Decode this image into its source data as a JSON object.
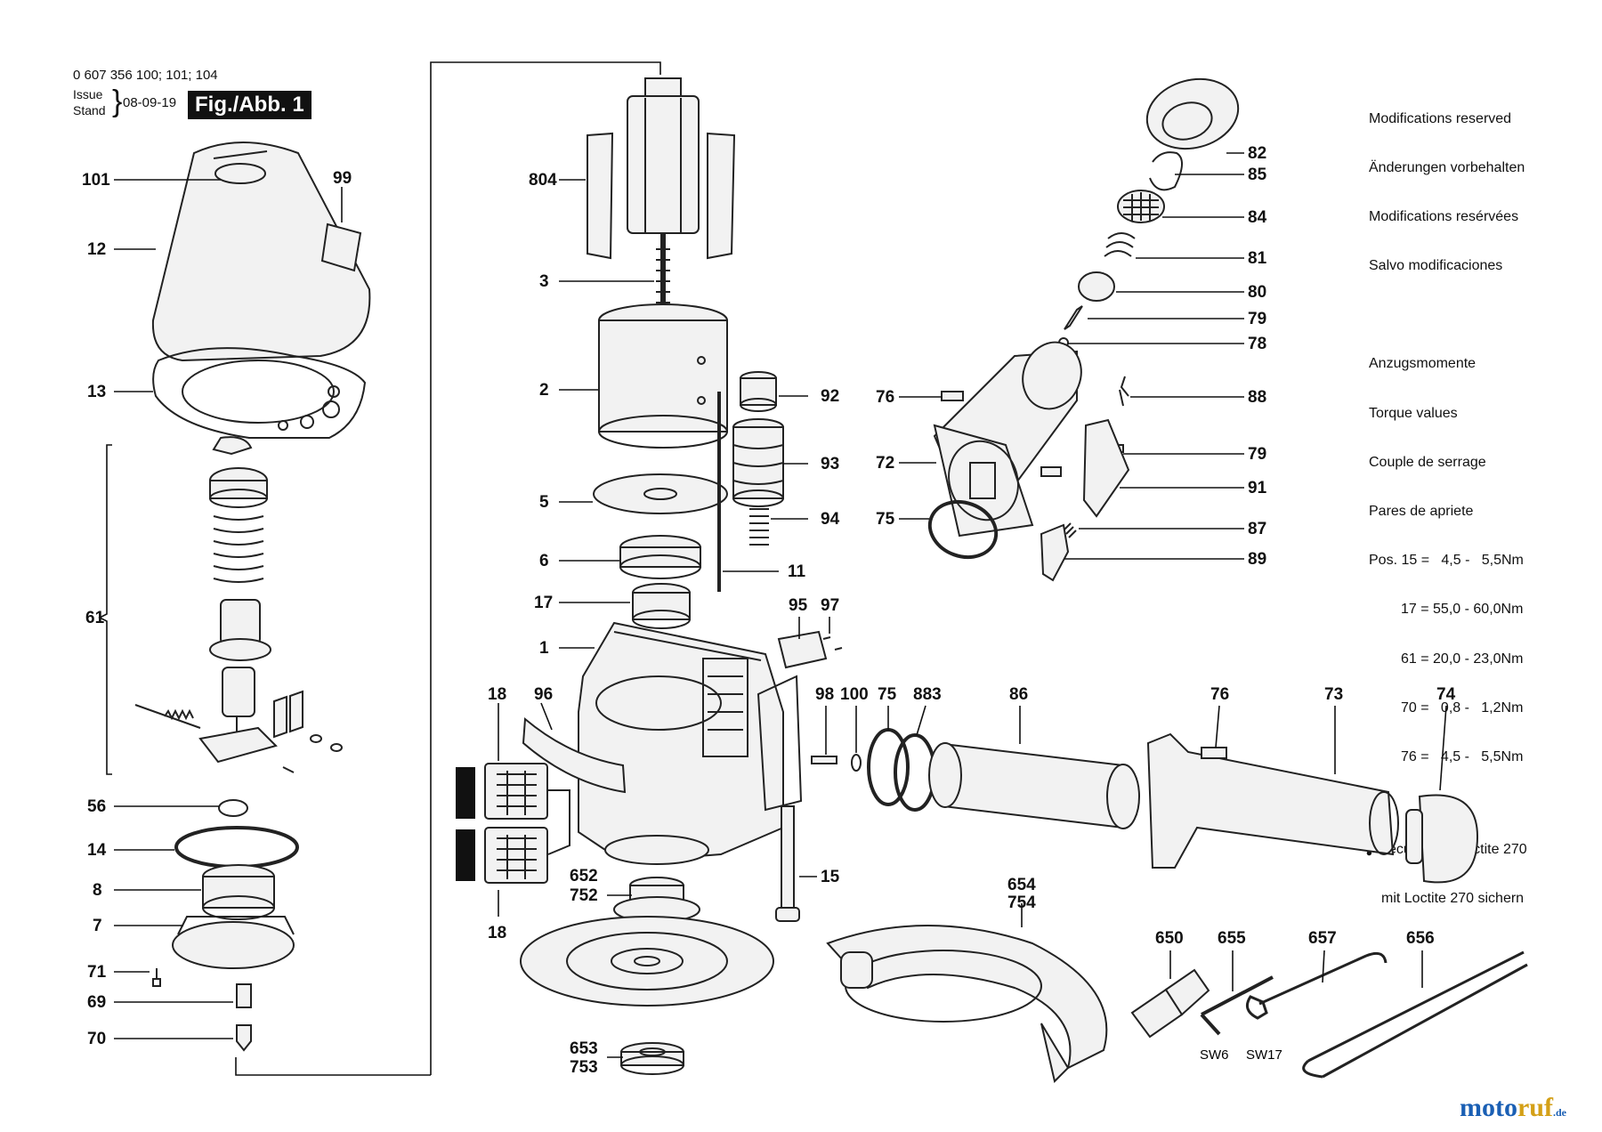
{
  "header": {
    "part_numbers": "0 607 356 100; 101; 104",
    "issue_label": "Issue",
    "stand_label": "Stand",
    "issue_date": "08-09-19",
    "figure_label": "Fig./Abb. 1"
  },
  "notes": {
    "modifications": [
      "Modifications reserved",
      "Änderungen vorbehalten",
      "Modifications resérvées",
      "Salvo modificaciones"
    ],
    "torque_titles": [
      "Anzugsmomente",
      "Torque values",
      "Couple de serrage",
      "Pares de apriete"
    ],
    "torque_values": [
      "Pos. 15 =   4,5 -   5,5Nm",
      "17 = 55,0 - 60,0Nm",
      "61 = 20,0 - 23,0Nm",
      "70 =   0,8 -   1,2Nm",
      "76 =   4,5 -   5,5Nm"
    ],
    "loctite": [
      "secure with Loctite 270",
      "mit Loctite 270 sichern"
    ]
  },
  "labels": {
    "l101": "101",
    "l99": "99",
    "l12": "12",
    "l13": "13",
    "l61": "61",
    "l56": "56",
    "l14": "14",
    "l8": "8",
    "l7": "7",
    "l71": "71",
    "l69": "69",
    "l70": "70",
    "l804": "804",
    "l3": "3",
    "l2": "2",
    "l5": "5",
    "l6": "6",
    "l17": "17",
    "l1": "1",
    "l11": "11",
    "l92": "92",
    "l93": "93",
    "l94": "94",
    "l95": "95",
    "l97": "97",
    "l18a": "18",
    "l18b": "18",
    "l96": "96",
    "l98": "98",
    "l100": "100",
    "l75a": "75",
    "l883": "883",
    "l86": "86",
    "l76a": "76",
    "l73": "73",
    "l74": "74",
    "l652": "652",
    "l752": "752",
    "l15": "15",
    "l653": "653",
    "l753": "753",
    "l654": "654",
    "l754": "754",
    "l650": "650",
    "l655": "655",
    "l657": "657",
    "l656": "656",
    "sw6": "SW6",
    "sw17": "SW17",
    "l82": "82",
    "l85": "85",
    "l84": "84",
    "l81": "81",
    "l80": "80",
    "l79a": "79",
    "l78": "78",
    "l76b": "76",
    "l72": "72",
    "l75b": "75",
    "l88": "88",
    "l79b": "79",
    "l91": "91",
    "l87": "87",
    "l89": "89"
  },
  "watermark": {
    "part1": "moto",
    "part2": "ruf",
    "tld": ".de"
  }
}
